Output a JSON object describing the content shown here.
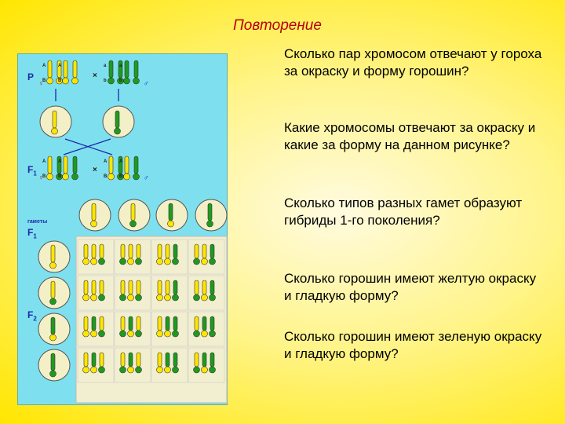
{
  "slide": {
    "title": "Повторение",
    "questions": [
      "Сколько пар хромосом отвечают у гороха за окраску и форму горошин?",
      "Какие хромосомы отвечают за окраску и какие за форму на данном рисунке?",
      "Сколько типов разных гамет образуют гибриды 1-го поколения?",
      "Сколько горошин имеют желтую окраску и гладкую форму?",
      "Сколько горошин имеют зеленую окраску и гладкую форму?"
    ]
  },
  "diagram": {
    "labels": {
      "p": "P",
      "f1": "F",
      "f1_sub": "1",
      "gametes": "гаметы",
      "f1b": "F",
      "f1b_sub": "1",
      "f2": "F",
      "f2_sub": "2",
      "cross": "×",
      "female": "♀",
      "male": "♂"
    },
    "colors": {
      "background": "#7ee0ee",
      "yellow_allele": "#ffe600",
      "green_allele": "#1e9b1e",
      "cell": "#f3f0c8",
      "grid": "#f2eed0"
    }
  }
}
